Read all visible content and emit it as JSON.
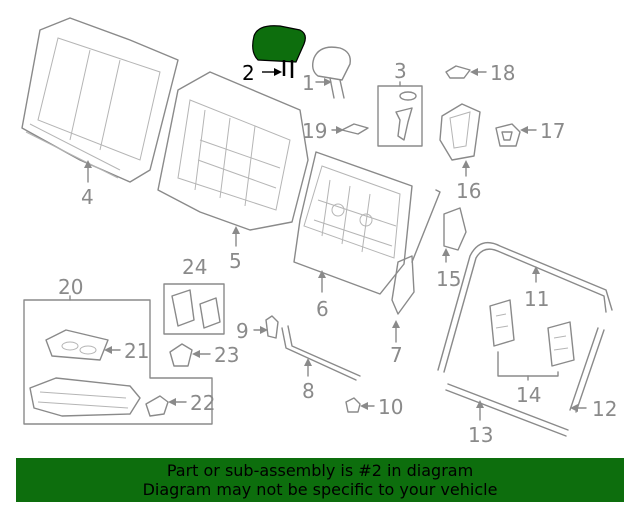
{
  "diagram": {
    "highlight_color": "#0d6e0d",
    "line_color": "#8a8a8a",
    "callouts": [
      {
        "label": "1",
        "part": "headrest"
      },
      {
        "label": "2",
        "part": "headrest-highlighted",
        "highlighted": true
      },
      {
        "label": "3",
        "part": "guide-kit"
      },
      {
        "label": "4",
        "part": "seat-back-cover"
      },
      {
        "label": "5",
        "part": "seat-back-pad"
      },
      {
        "label": "6",
        "part": "seat-back-frame"
      },
      {
        "label": "7",
        "part": "latch-assembly"
      },
      {
        "label": "8",
        "part": "rod"
      },
      {
        "label": "9",
        "part": "clip"
      },
      {
        "label": "10",
        "part": "nut"
      },
      {
        "label": "11",
        "part": "seal-upper"
      },
      {
        "label": "12",
        "part": "seal-side"
      },
      {
        "label": "13",
        "part": "seal-lower"
      },
      {
        "label": "14",
        "part": "bracket-pair"
      },
      {
        "label": "15",
        "part": "striker"
      },
      {
        "label": "16",
        "part": "bezel"
      },
      {
        "label": "17",
        "part": "trim-clip"
      },
      {
        "label": "18",
        "part": "cap"
      },
      {
        "label": "19",
        "part": "emblem"
      },
      {
        "label": "20",
        "part": "armrest-assembly"
      },
      {
        "label": "21",
        "part": "cupholder"
      },
      {
        "label": "22",
        "part": "armrest-bracket"
      },
      {
        "label": "23",
        "part": "armrest-stop"
      },
      {
        "label": "24",
        "part": "hinge-kit"
      }
    ]
  },
  "footer": {
    "line1": "Part or sub-assembly is #2 in diagram",
    "line2": "Diagram may not be specific to your vehicle"
  }
}
